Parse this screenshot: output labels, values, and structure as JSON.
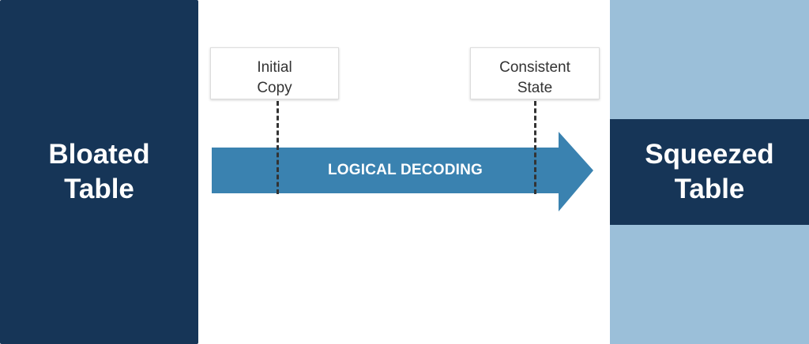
{
  "blocks": {
    "left": {
      "line1": "Bloated",
      "line2": "Table"
    },
    "right": {
      "line1": "Squeezed",
      "line2": "Table"
    }
  },
  "arrow": {
    "label": "LOGICAL DECODING"
  },
  "milestones": {
    "initial": {
      "line1": "Initial",
      "line2": "Copy"
    },
    "consistent": {
      "line1": "Consistent",
      "line2": "State"
    }
  },
  "colors": {
    "dark_navy": "#163557",
    "light_blue": "#9bbfd9",
    "arrow_blue": "#3a82b0",
    "text_dark": "#333333"
  }
}
